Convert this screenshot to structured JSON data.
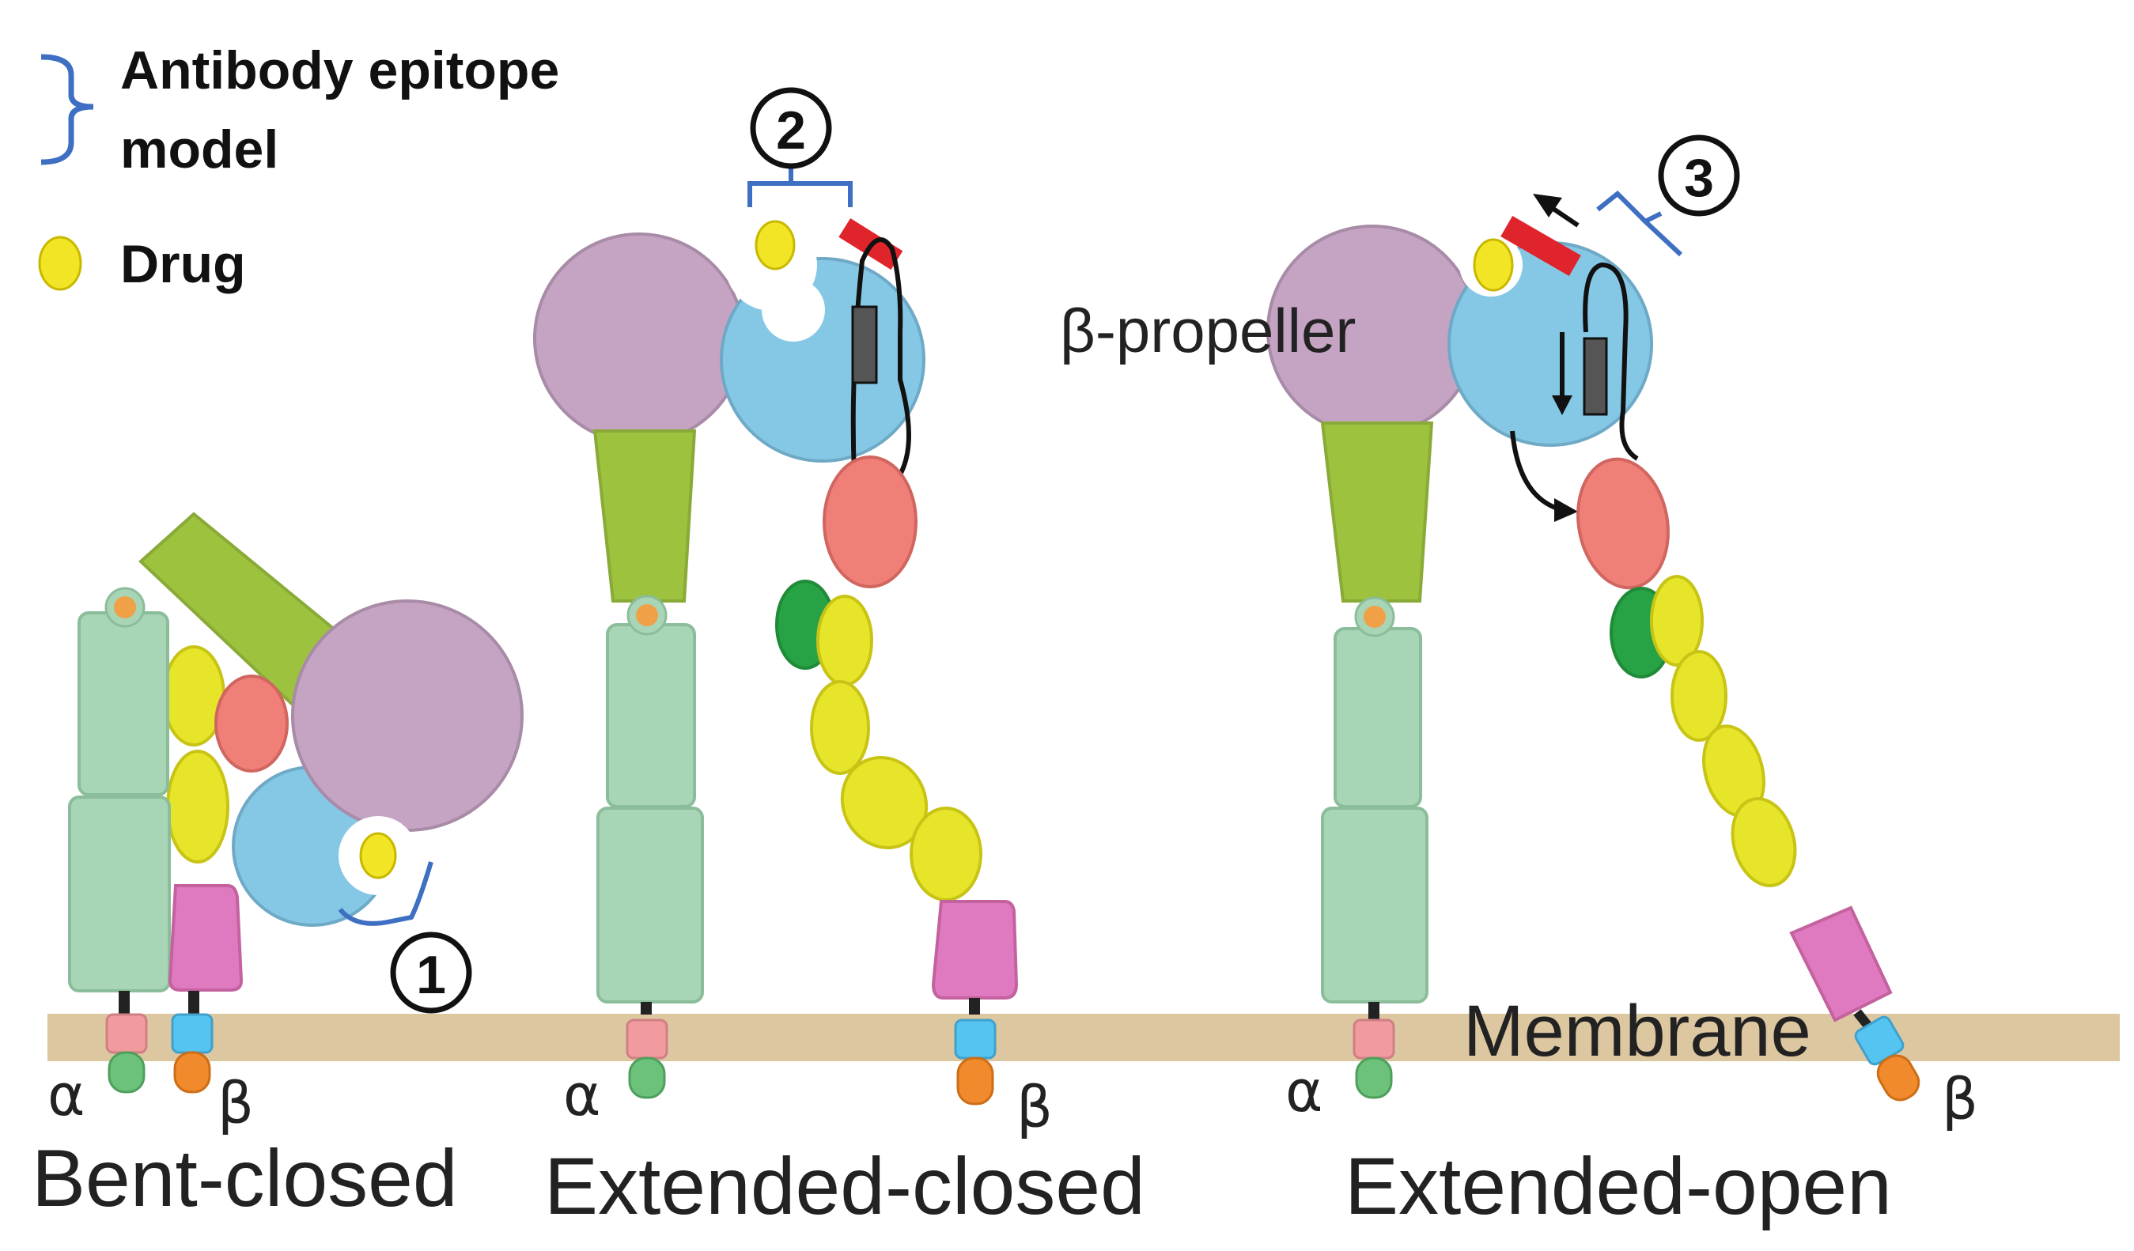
{
  "legend": {
    "epitope_label_line1": "Antibody epitope",
    "epitope_label_line2": "model",
    "drug_label": "Drug"
  },
  "markers": {
    "one": "1",
    "two": "2",
    "three": "3"
  },
  "labels": {
    "beta_propeller": "β-propeller",
    "membrane": "Membrane",
    "alpha": "α",
    "beta": "β"
  },
  "states": {
    "bent_closed": "Bent-closed",
    "extended_closed": "Extended-closed",
    "extended_open": "Extended-open"
  },
  "colors": {
    "membrane": "#dcc7a1",
    "beta_propeller": "#85c8e6",
    "alpha_head": "#c4a4c2",
    "thigh": "#9dc23d",
    "alpha_leg": "#a8d5b6",
    "hybrid": "#f07f78",
    "psi": "#27a244",
    "egf": "#e6e52a",
    "beta_tail": "#e07ac0",
    "alpha_tm": "#f19b9f",
    "beta_tm": "#55c4f0",
    "alpha_ct": "#6cc27a",
    "beta_ct": "#f08a2c",
    "knee": "#f0a047",
    "drug": "#f1e525",
    "epitope_bracket": "#3e6fc2",
    "alpha7_helix": "#e0242b"
  }
}
